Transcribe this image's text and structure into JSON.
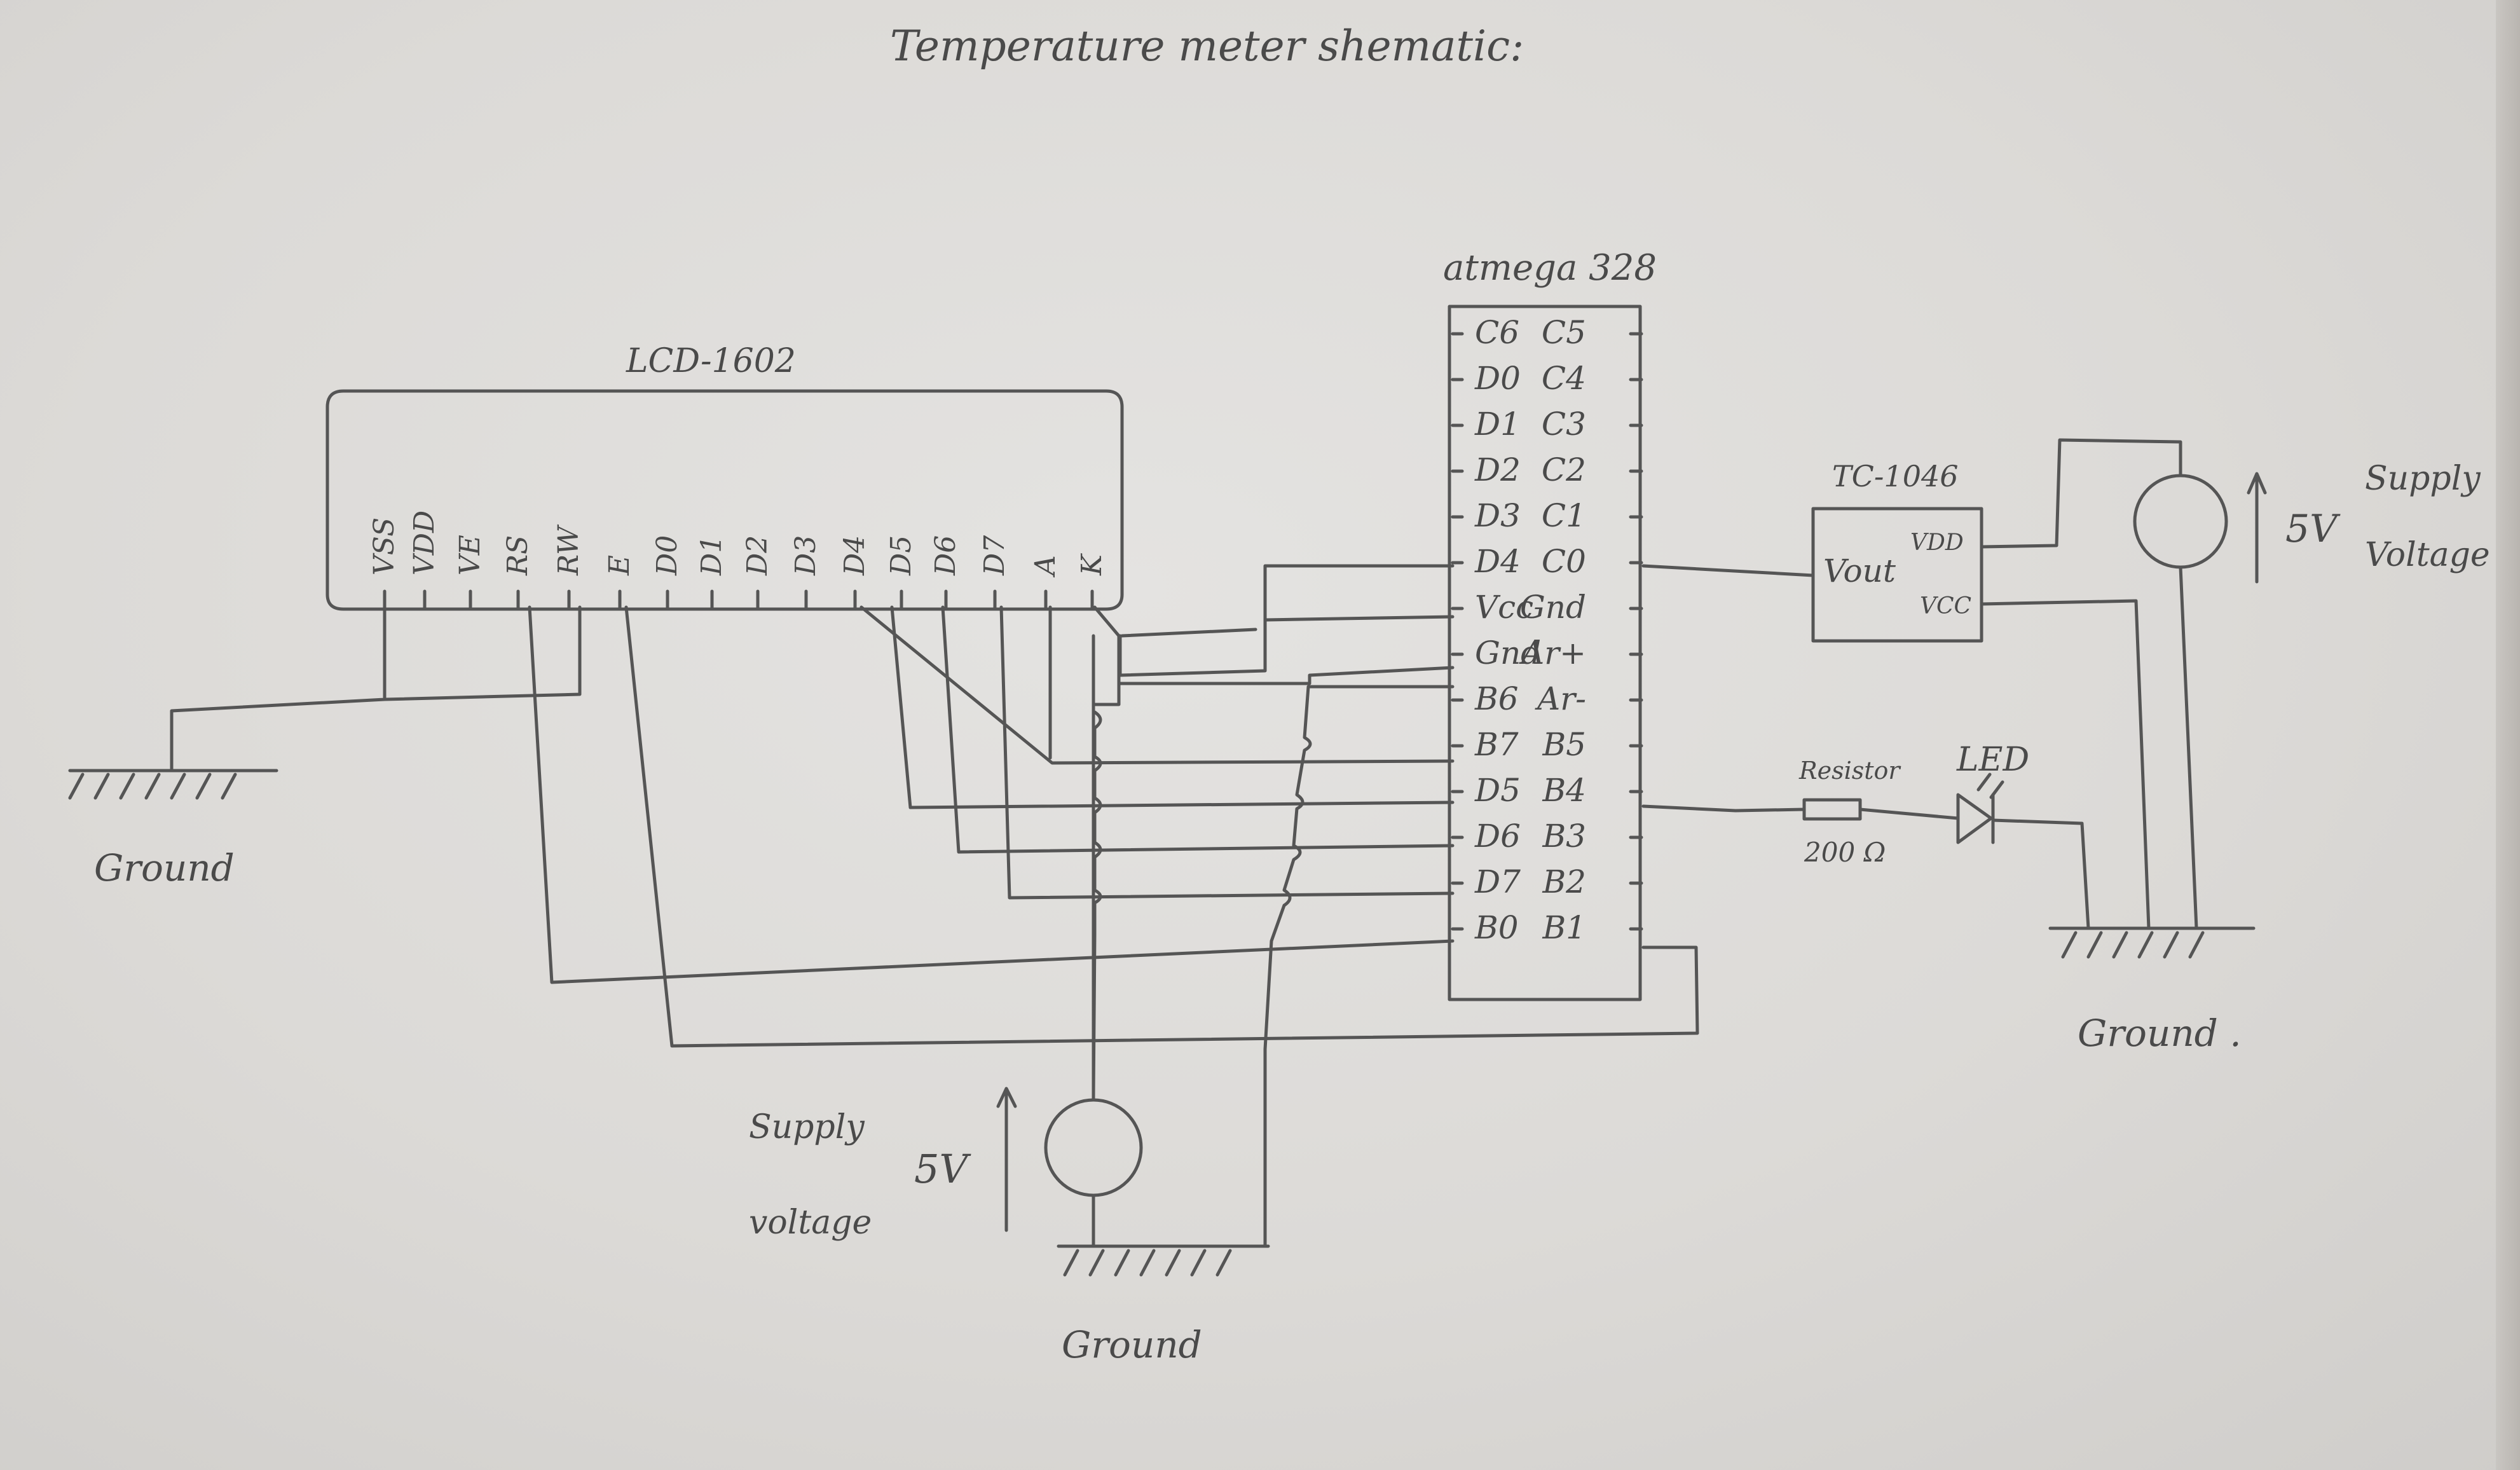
{
  "title": "Temperature meter shematic:",
  "lcd": {
    "name": "LCD-1602",
    "pins": [
      "VSS",
      "VDD",
      "VE",
      "RS",
      "RW",
      "E",
      "D0",
      "D1",
      "D2",
      "D3",
      "D4",
      "D5",
      "D6",
      "D7",
      "A",
      "K"
    ]
  },
  "mcu": {
    "name": "atmega 328",
    "left_pins": [
      "C6",
      "D0",
      "D1",
      "D2",
      "D3",
      "D4",
      "Vcc",
      "Gnd",
      "B6",
      "B7",
      "D5",
      "D6",
      "D7",
      "B0"
    ],
    "right_pins": [
      "C5",
      "C4",
      "C3",
      "C2",
      "C1",
      "C0",
      "Gnd",
      "Ar+",
      "Ar-",
      "B5",
      "B4",
      "B3",
      "B2",
      "B1"
    ]
  },
  "sensor": {
    "name": "TC-1046",
    "vout": "Vout",
    "vdd": "VDD",
    "vcc": "VCC"
  },
  "resistor": {
    "label": "Resistor",
    "value": "200 Ω"
  },
  "led": {
    "label": "LED"
  },
  "supplies": [
    {
      "voltage": "5V",
      "label_line1": "Supply",
      "label_line2": "voltage"
    },
    {
      "voltage": "5V",
      "label_line1": "Supply",
      "label_line2": "Voltage"
    }
  ],
  "grounds": [
    "Ground",
    "Ground",
    "Ground ."
  ]
}
